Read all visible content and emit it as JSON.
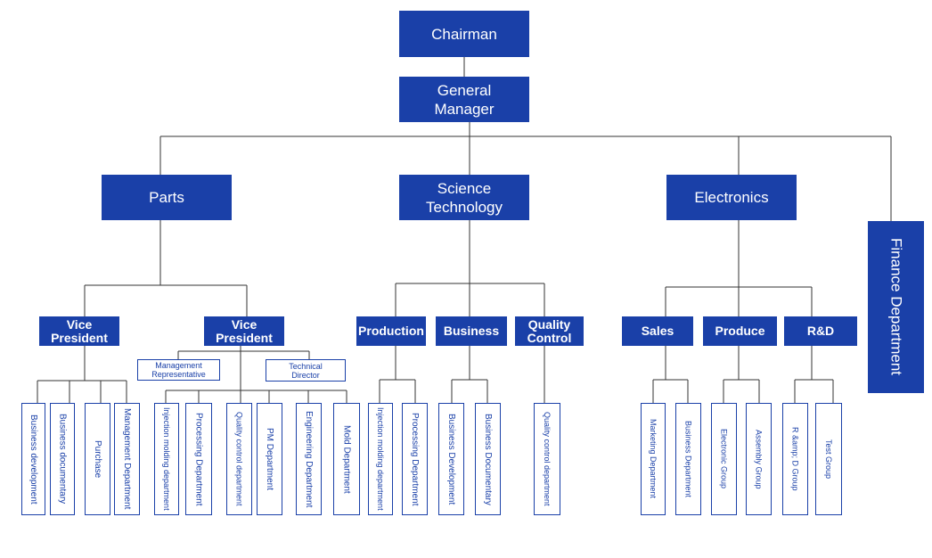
{
  "org": {
    "chairman": "Chairman",
    "general_manager": "General\nManager",
    "parts": "Parts",
    "science_technology": "Science\nTechnology",
    "electronics": "Electronics",
    "finance": "Finance Department",
    "vice_president_1": "Vice\nPresident",
    "vice_president_2": "Vice\nPresident",
    "management_representative": "Management\nRepresentative",
    "technical_director": "Technical\nDirector",
    "production": "Production",
    "business": "Business",
    "quality_control": "Quality\nControl",
    "sales": "Sales",
    "produce": "Produce",
    "rnd": "R&D",
    "business_development_1": "Business development",
    "business_documentary_1": "Business documentary",
    "purchase": "Purchase",
    "management_department": "Management Department",
    "injection_molding_1": "Injection molding department",
    "processing_department_1": "Processing Department",
    "quality_control_department_1": "Quality control department",
    "pm_department": "PM Department",
    "engineering_department": "Engineering Department",
    "mold_department": "Mold Department",
    "injection_molding_2": "Injection molding department",
    "processing_department_2": "Processing Department",
    "business_development_2": "Business Development",
    "business_documentary_2": "Business Documentary",
    "quality_control_department_2": "Quality control department",
    "marketing_department": "Marketing Department",
    "business_department": "Business Department",
    "electronic_group": "Electronic Group",
    "assembly_group": "Assembly Group",
    "rnd_group": "R &amp; D Group",
    "test_group": "Test Group"
  },
  "colors": {
    "box_fill": "#1a40a8",
    "box_text": "#ffffff",
    "outline": "#1a40a8",
    "line": "#333333"
  }
}
